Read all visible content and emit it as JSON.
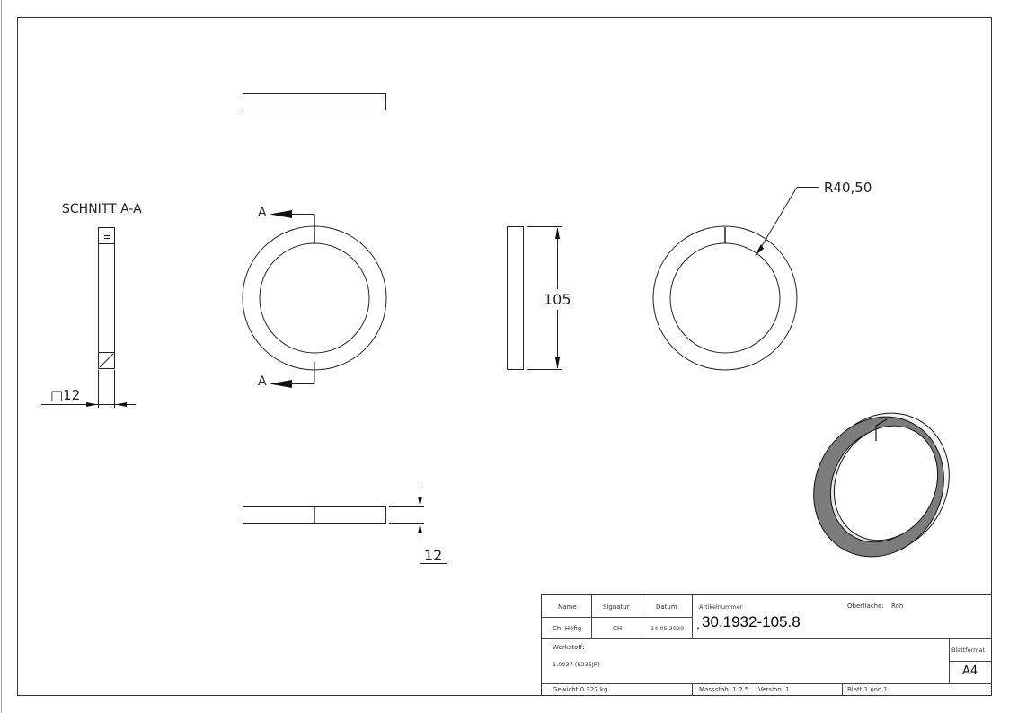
{
  "views": {
    "section_title": "SCHNITT A-A",
    "section_marker_top": "A",
    "section_marker_bottom": "A",
    "section_square_dim": "□12",
    "height_dim": "105",
    "radius_dim": "R40,50",
    "thickness_dim": "12"
  },
  "title_block": {
    "name_header": "Name",
    "signatur_header": "Signatur",
    "datum_header": "Datum",
    "name_value": "Ch. Höfig",
    "signatur_value": "CH",
    "datum_value": "14.05.2020",
    "artikelnummer_label": "Artikelnummer",
    "artikelnummer_prefix": ",",
    "artikelnummer_value": "30.1932-105.8",
    "oberflaeche_label": "Oberfläche:",
    "oberflaeche_value": "Roh",
    "werkstoff_label": "Werkstoff:",
    "werkstoff_value": "1.0037 (S235JR)",
    "blattformat_label": "Blattformat",
    "blattformat_value": "A4",
    "gewicht": "Gewicht 0.327 kg",
    "massstab": "Massstab: 1:2.5",
    "version": "Version: 1",
    "blatt": "Blatt 1 von 1"
  },
  "colors": {
    "line": "#222222",
    "iso_dark": "#7a7a7a",
    "iso_light": "#f2f2f2"
  }
}
